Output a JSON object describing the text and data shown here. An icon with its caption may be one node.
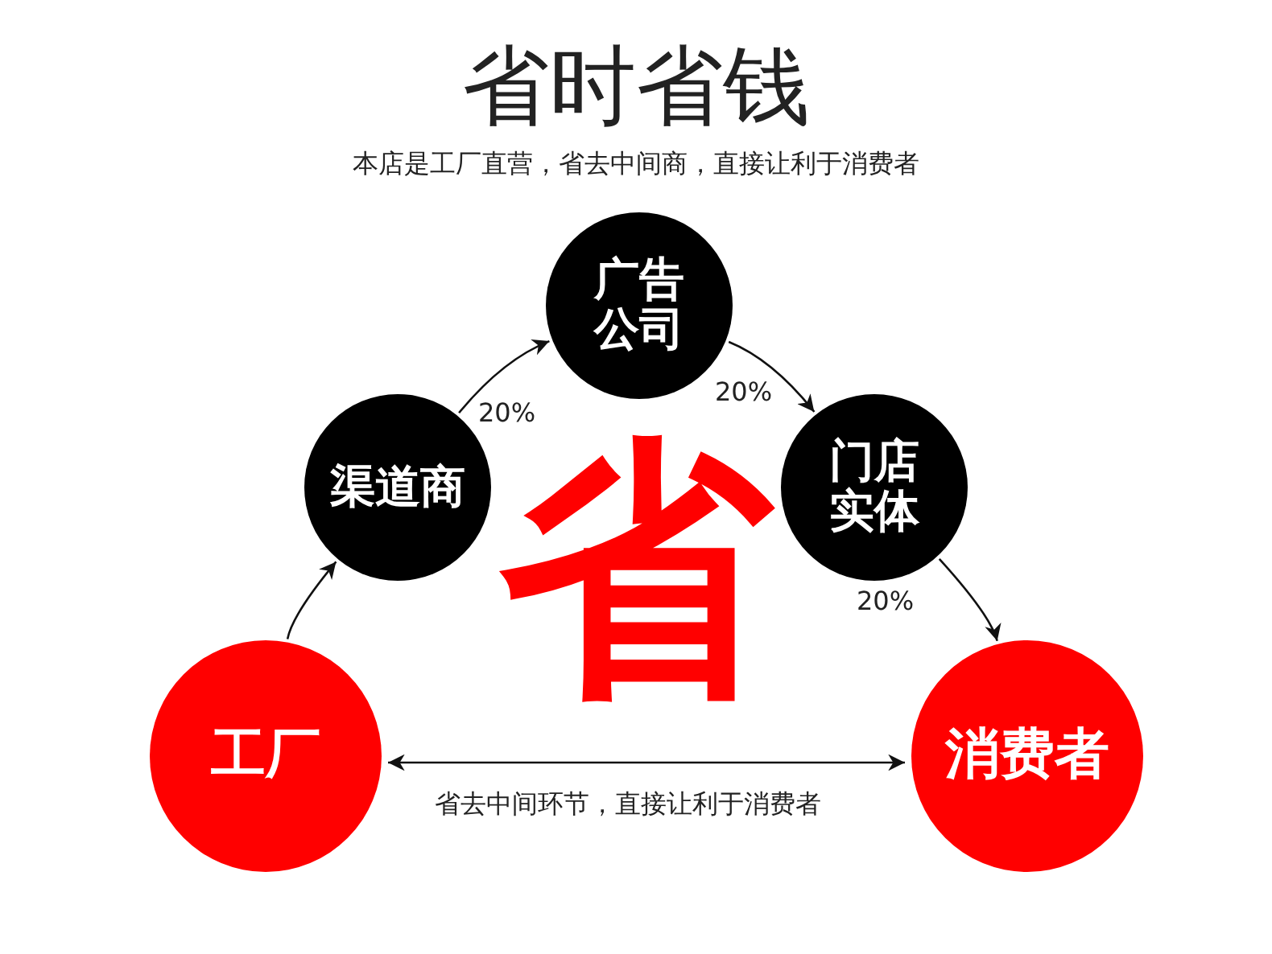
{
  "diagram": {
    "title": "省时省钱",
    "nodes": [
      {
        "text": [
          "工厂"
        ]
      },
      {
        "text": [
          "渠道商"
        ]
      },
      {
        "text": [
          "广告公司"
        ]
      },
      {
        "text": [
          "门店实体"
        ]
      },
      {
        "text": [
          "消费者"
        ]
      }
    ],
    "edges": [
      {
        "from": 0,
        "to": 1,
        "arrow": "to"
      },
      {
        "from": 1,
        "to": 2,
        "arrow": "to",
        "label": "20%"
      },
      {
        "from": 2,
        "to": 3,
        "arrow": "to",
        "label": "20%"
      },
      {
        "from": 3,
        "to": 4,
        "arrow": "to",
        "label": "20%"
      },
      {
        "from": 0,
        "to": 4,
        "arrow": "both",
        "label": "省去中间环节，直接让利于消费者"
      }
    ],
    "labels": [
      "本店是工厂直营，省去中间商，直接让利于消费者",
      "省"
    ]
  }
}
